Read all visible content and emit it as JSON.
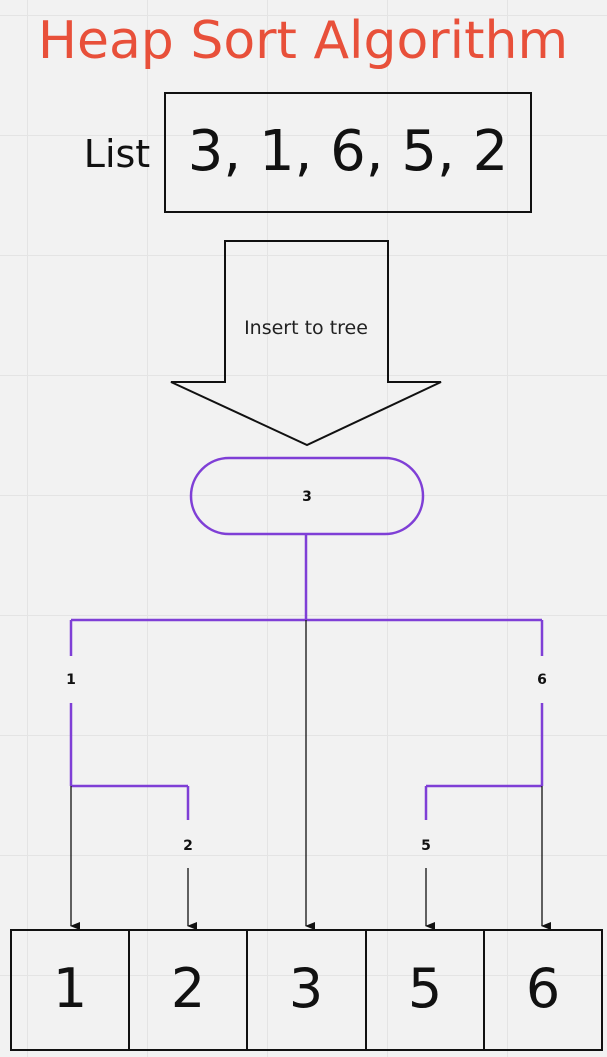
{
  "title": "Heap Sort Algorithm",
  "list": {
    "label": "List",
    "values": "3, 1, 6, 5, 2"
  },
  "arrow": {
    "label": "Insert to tree"
  },
  "tree": {
    "root": "3",
    "left": "1",
    "right": "6",
    "left_right": "2",
    "right_left": "5"
  },
  "sorted": [
    "1",
    "2",
    "3",
    "5",
    "6"
  ],
  "colors": {
    "title": "#e8503a",
    "tree": "#7f3fd6",
    "ink": "#111111"
  }
}
